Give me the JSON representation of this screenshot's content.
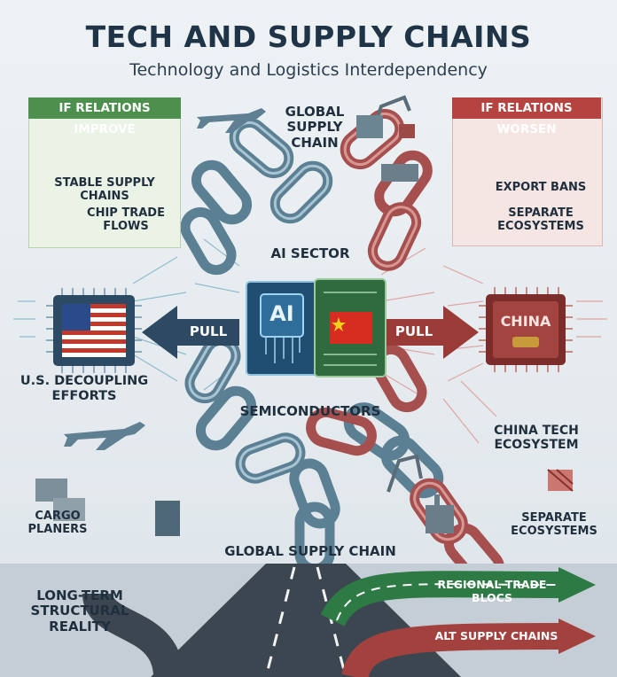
{
  "header": {
    "title": "TECH AND SUPPLY CHAINS",
    "subtitle": "Technology and Logistics Interdependency"
  },
  "left_panel": {
    "heading": "IF RELATIONS IMPROVE",
    "items": [
      "STABLE SUPPLY CHAINS",
      "CHIP TRADE\nFLOWS"
    ]
  },
  "right_panel": {
    "heading": "IF RELATIONS WORSEN",
    "items": [
      "EXPORT BANS",
      "SEPARATE\nECOSYSTEMS"
    ]
  },
  "center": {
    "global_top": "GLOBAL\nSUPPLY\nCHAIN",
    "ai_sector": "AI SECTOR",
    "ai_chip": "AI",
    "semiconductors": "SEMICONDUCTORS",
    "global_bottom": "GLOBAL SUPPLY CHAIN"
  },
  "left_side": {
    "pull": "PULL",
    "us_label": "U.S. DECOUPLING\nEFFORTS",
    "cargo": "CARGO\nPLANERS"
  },
  "right_side": {
    "pull": "PULL",
    "china_chip": "CHINA",
    "china_label": "CHINA TECH\nECOSYSTEM",
    "separate": "SEPARATE\nECOSYSTEMS"
  },
  "road": {
    "longterm": "LONG-TERM\nSTRUCTURAL\nREALITY",
    "regional": "REGIONAL TRADE BLOCS",
    "alt": "ALT SUPPLY CHAINS"
  },
  "colors": {
    "green": "#4d8f4d",
    "red": "#b54441",
    "chain_blue": "#5b7f93",
    "chain_red": "#a5504e",
    "navy": "#1f3446"
  }
}
